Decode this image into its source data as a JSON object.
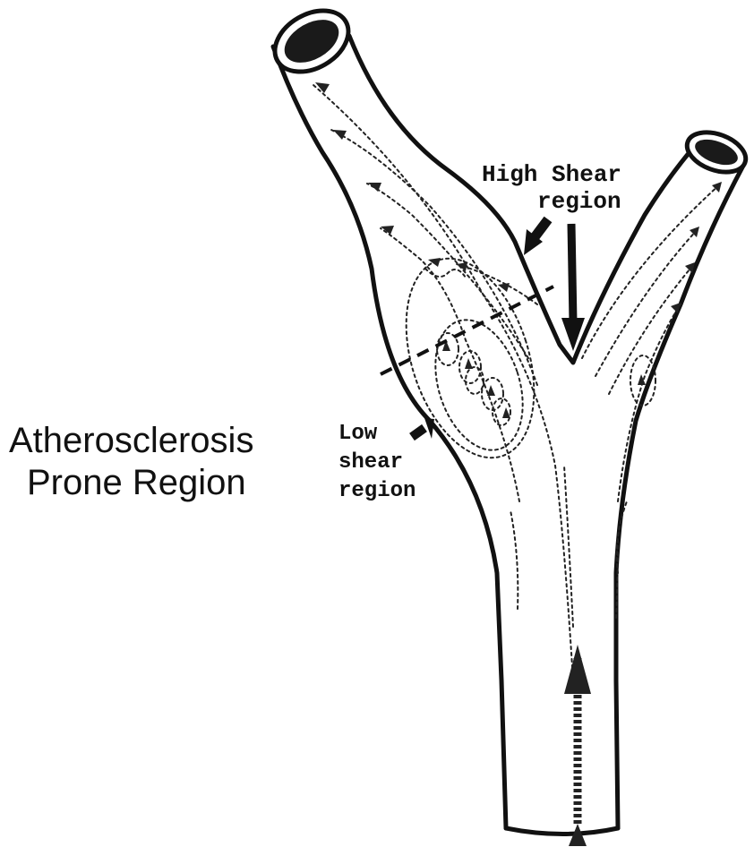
{
  "labels": {
    "high_shear_line1": "High Shear",
    "high_shear_line2": "region",
    "low_shear_line1": "Low",
    "low_shear_line2": "shear",
    "low_shear_line3": "region",
    "prone_line1": "Atherosclerosis",
    "prone_line2": "Prone Region"
  },
  "colors": {
    "ink": "#111111",
    "vessel_fill": "#ffffff",
    "lumen": "#1a1a1a"
  }
}
